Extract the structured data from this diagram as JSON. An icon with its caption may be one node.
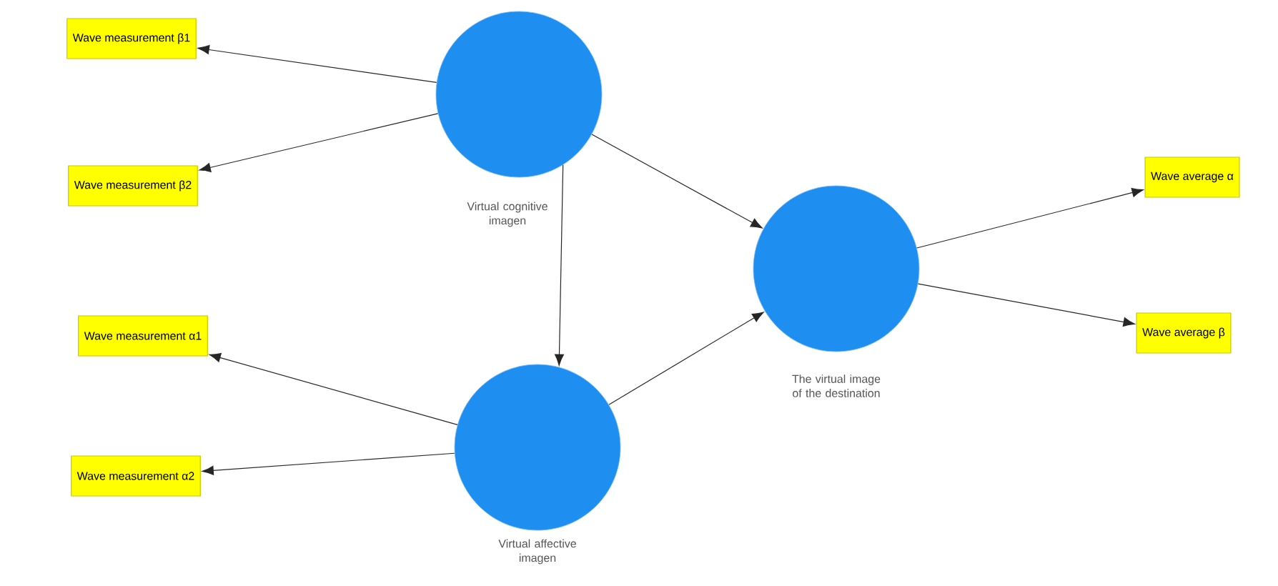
{
  "diagram": {
    "nodes": [
      {
        "text": [
          "Virtual cognitive imagen"
        ]
      },
      {
        "text": [
          "Virtual affective imagen"
        ]
      },
      {
        "text": [
          "The virtual image of the destination"
        ]
      },
      {
        "text": [
          "Wave measurement β1"
        ]
      },
      {
        "text": [
          "Wave measurement β2"
        ]
      },
      {
        "text": [
          "Wave measurement α1"
        ]
      },
      {
        "text": [
          "Wave measurement α2"
        ]
      },
      {
        "text": [
          "Wave average α"
        ]
      },
      {
        "text": [
          "Wave average β"
        ]
      }
    ],
    "edges": [
      {
        "from": 0,
        "to": 3,
        "arrow": "to"
      },
      {
        "from": 0,
        "to": 4,
        "arrow": "to"
      },
      {
        "from": 0,
        "to": 1,
        "arrow": "to"
      },
      {
        "from": 0,
        "to": 2,
        "arrow": "to"
      },
      {
        "from": 1,
        "to": 5,
        "arrow": "to"
      },
      {
        "from": 1,
        "to": 6,
        "arrow": "to"
      },
      {
        "from": 1,
        "to": 2,
        "arrow": "to"
      },
      {
        "from": 2,
        "to": 7,
        "arrow": "to"
      },
      {
        "from": 2,
        "to": 8,
        "arrow": "to"
      }
    ]
  }
}
